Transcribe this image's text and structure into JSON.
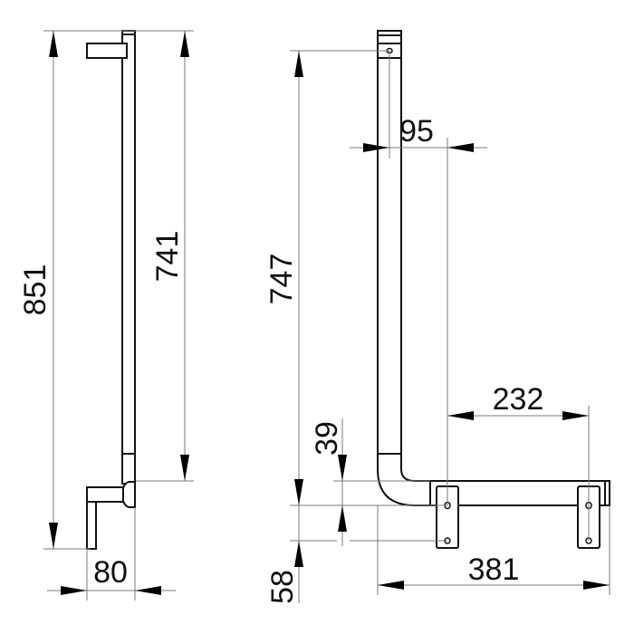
{
  "drawing": {
    "type": "technical dimension drawing",
    "subject": "L-shaped grab bar, side view and front view",
    "units": "mm",
    "colors": {
      "line": "#111111",
      "dimension_line": "#7a7a7a",
      "background": "#ffffff"
    }
  },
  "side_view": {
    "dimensions": {
      "overall_height": "851",
      "bar_length": "741",
      "projection": "80"
    }
  },
  "front_view": {
    "dimensions": {
      "fixing_height": "747",
      "upper_offset": "95",
      "bracket_spacing": "232",
      "bracket_offset": "39",
      "bracket_hole_spacing": "58",
      "overall_width": "381"
    }
  }
}
